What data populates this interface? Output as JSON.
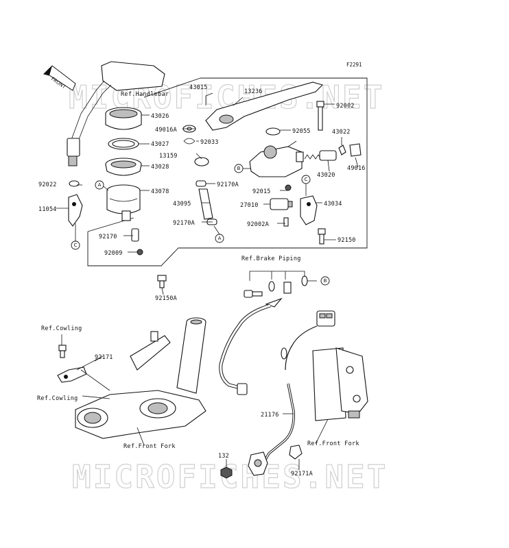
{
  "figure_code": "F2291",
  "watermark": "MICROFICHES.NET",
  "front_label": "FRONT",
  "refs": {
    "handlebar": "Ref.Handlebar",
    "brake_piping": "Ref.Brake Piping",
    "cowling_top": "Ref.Cowling",
    "cowling_bottom": "Ref.Cowling",
    "front_fork_left": "Ref.Front Fork",
    "front_fork_right": "Ref.Front Fork"
  },
  "parts": {
    "p43015": "43015",
    "p13236": "13236",
    "p92002": "92002",
    "p43026": "43026",
    "p49016A": "49016A",
    "p43027": "43027",
    "p92033": "92033",
    "p92055": "92055",
    "p43022": "43022",
    "p13159": "13159",
    "p43028": "43028",
    "p49016": "49016",
    "p43020": "43020",
    "p92022": "92022",
    "p43078": "43078",
    "p92170A_top": "92170A",
    "p92015": "92015",
    "p11054": "11054",
    "p43095": "43095",
    "p27010": "27010",
    "p43034": "43034",
    "p92170A_bot": "92170A",
    "p92002A": "92002A",
    "p92170": "92170",
    "p92150": "92150",
    "p92009": "92009",
    "p92150A": "92150A",
    "p92171": "92171",
    "p21176": "21176",
    "p132": "132",
    "p92171A": "92171A"
  },
  "callouts": {
    "a1": "A",
    "a2": "A",
    "b1": "B",
    "b2": "B",
    "c1": "C",
    "c2": "C"
  }
}
